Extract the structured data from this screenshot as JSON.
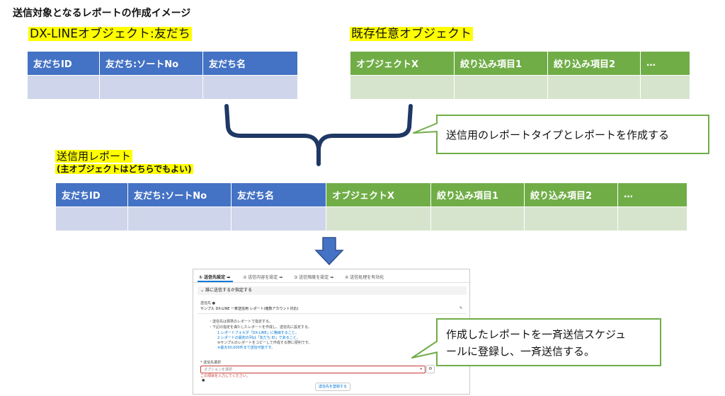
{
  "page_title": "送信対象となるレポートの作成イメージ",
  "dx_label": "DX-LINEオブジェクト:友だち",
  "kizon_label": "既存任意オブジェクト",
  "report_label": "送信用レポート",
  "report_sublabel": "(主オブジェクトはどちらでもよい)",
  "dx_table": {
    "headers": [
      "友だちID",
      "友だち:ソートNo",
      "友だち名"
    ]
  },
  "kizon_table": {
    "headers": [
      "オブジェクトX",
      "絞り込み項目1",
      "絞り込み項目2",
      "…"
    ]
  },
  "report_table": {
    "headers": [
      "友だちID",
      "友だち:ソートNo",
      "友だち名",
      "オブジェクトX",
      "絞り込み項目1",
      "絞り込み項目2",
      "…"
    ]
  },
  "callout1": "送信用のレポートタイプとレポートを作成する",
  "callout2_line1": "作成したレポートを一斉送信スケジュ",
  "callout2_line2": "ールに登録し、一斉送信する。",
  "colors": {
    "blue_header": "#4472c4",
    "green_header": "#70ad47",
    "blue_body": "#cfd5ea",
    "green_body": "#d6e4cd",
    "brace": "#1f3864",
    "arrow": "#4472c4"
  },
  "shot": {
    "steps": [
      "① 送信先設定 ➡",
      "② 送信内容を設定 ➡",
      "③ 送信頻度を設定 ➡",
      "④ 送信処理を有効化"
    ],
    "section_title": "誰に送信するか指定する",
    "dest_label": "送信先",
    "dest_value": "サンプル DX-LINE 一斉送信用 レポート(複数アカウント対応)",
    "notes": [
      "・送信先は標準のレポートで指定する。",
      "・下記の指定を満たしたレポートを作成し、送信先に設定する。",
      "1.レポートフォルダ「DX-LINE」に格納すること。",
      "2.レポートの最初の列は「友だち:ID」であること。",
      "※サンプルのレポートをコピーして作成する際に便利です。",
      "※最大50,000件まで送信可能です。"
    ],
    "select_label": "* 送信先選択",
    "select_placeholder": "オプションを選択",
    "error_text": "この項目を入力してください。",
    "register_button": "送信先を登録する"
  }
}
